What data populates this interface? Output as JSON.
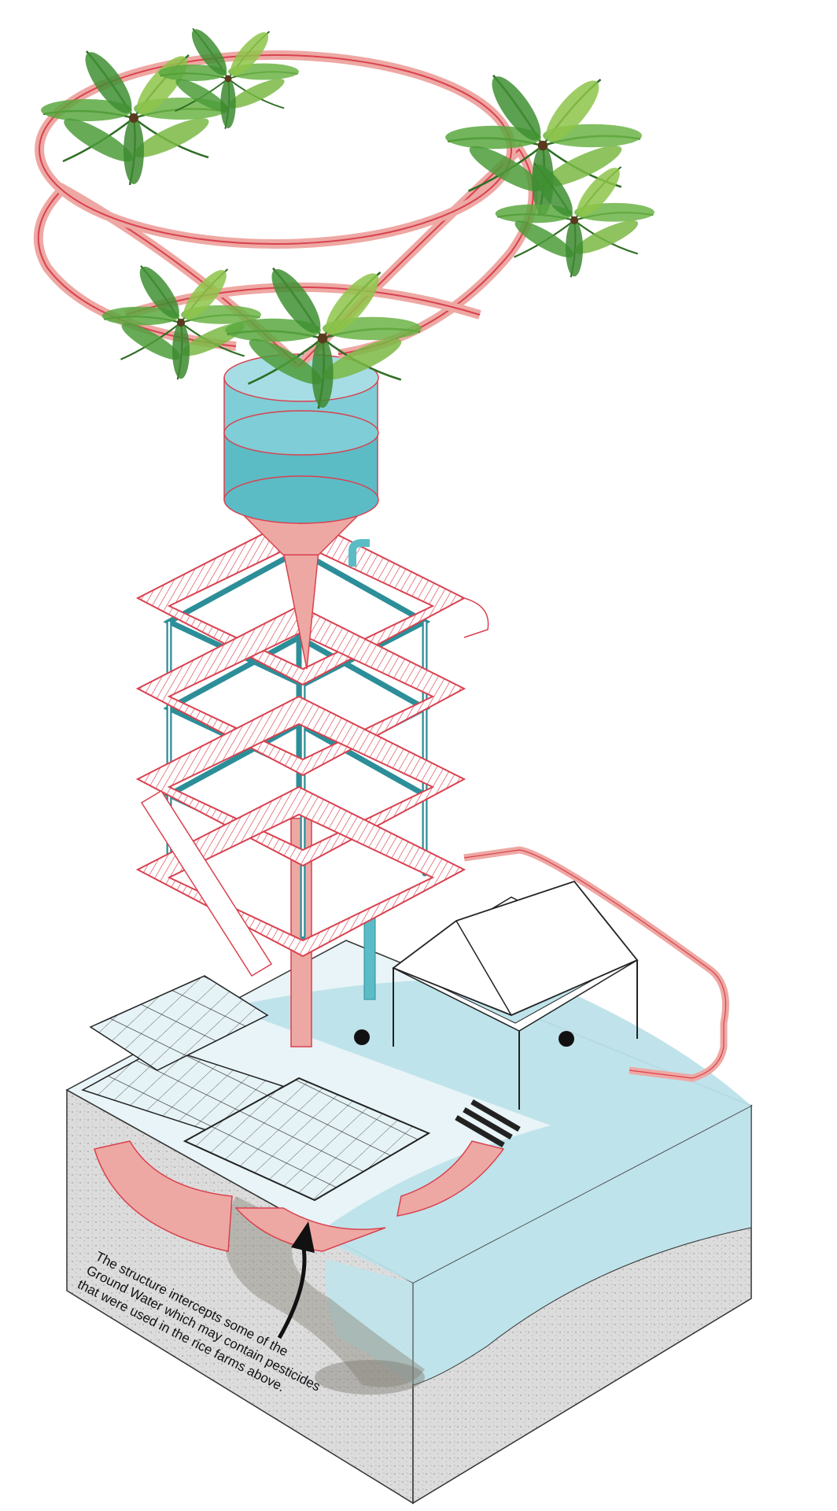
{
  "annotation": {
    "line1": "The structure intercepts some of the",
    "line2": "Ground Water which may contain pesticides",
    "line3": "that were used in the rice farms above."
  },
  "colors": {
    "frame_red": "#d9414f",
    "frame_pink": "#eea8a3",
    "water_teal": "#5bbcc6",
    "water_light": "#bfe3ea",
    "soil_gray": "#d4d4d4",
    "leaf_green": "#4b9b3b",
    "leaf_light": "#9cc94a"
  },
  "icons": [
    "palm-tree-icon",
    "arrow-up-icon",
    "pump-icon"
  ]
}
